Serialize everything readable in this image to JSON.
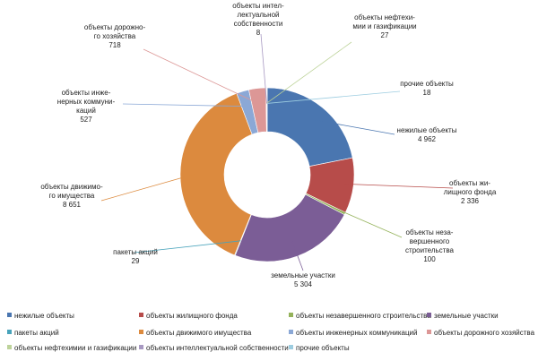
{
  "chart_data": {
    "type": "pie",
    "variant": "donut",
    "legend_position": "bottom",
    "slices": [
      {
        "name": "нежилые объекты",
        "label": [
          "нежилые объекты",
          "4 962"
        ],
        "value": 4962,
        "color": "#4a76b0"
      },
      {
        "name": "объекты жилищного фонда",
        "label": [
          "объекты жи-",
          "лищного фонда",
          "2 336"
        ],
        "value": 2336,
        "color": "#b74c4a"
      },
      {
        "name": "объекты незавершенного строительства",
        "label": [
          "объекты неза-",
          "вершенного",
          "строительства",
          "100"
        ],
        "value": 100,
        "color": "#94b25a"
      },
      {
        "name": "земельные участки",
        "label": [
          "земельные участки",
          "5 304"
        ],
        "value": 5304,
        "color": "#7b5d96"
      },
      {
        "name": "пакеты акций",
        "label": [
          "пакеты акций",
          "29"
        ],
        "value": 29,
        "color": "#48a3bb"
      },
      {
        "name": "объекты движимого имущества",
        "label": [
          "объекты движимо-",
          "го имущества",
          "8 651"
        ],
        "value": 8651,
        "color": "#dc8a3e"
      },
      {
        "name": "объекты инженерных коммуникаций",
        "label": [
          "объекты инже-",
          "нерных коммуни-",
          "каций",
          "527"
        ],
        "value": 527,
        "color": "#8ba8d6"
      },
      {
        "name": "объекты дорожного хозяйства",
        "label": [
          "объекты дорожно-",
          "го хозяйства",
          "718"
        ],
        "value": 718,
        "color": "#dc9796"
      },
      {
        "name": "объекты нефтехимии и газификации",
        "label": [
          "объекты нефтехи-",
          "мии и газификации",
          "27"
        ],
        "value": 27,
        "color": "#bdd39a"
      },
      {
        "name": "объекты интеллектуальной собственности",
        "label": [
          "объекты интел-",
          "лектуальной",
          "собственности",
          "8"
        ],
        "value": 8,
        "color": "#a899c2"
      },
      {
        "name": "прочие объекты",
        "label": [
          "прочие объекты",
          "18"
        ],
        "value": 18,
        "color": "#9dcde0"
      }
    ]
  }
}
